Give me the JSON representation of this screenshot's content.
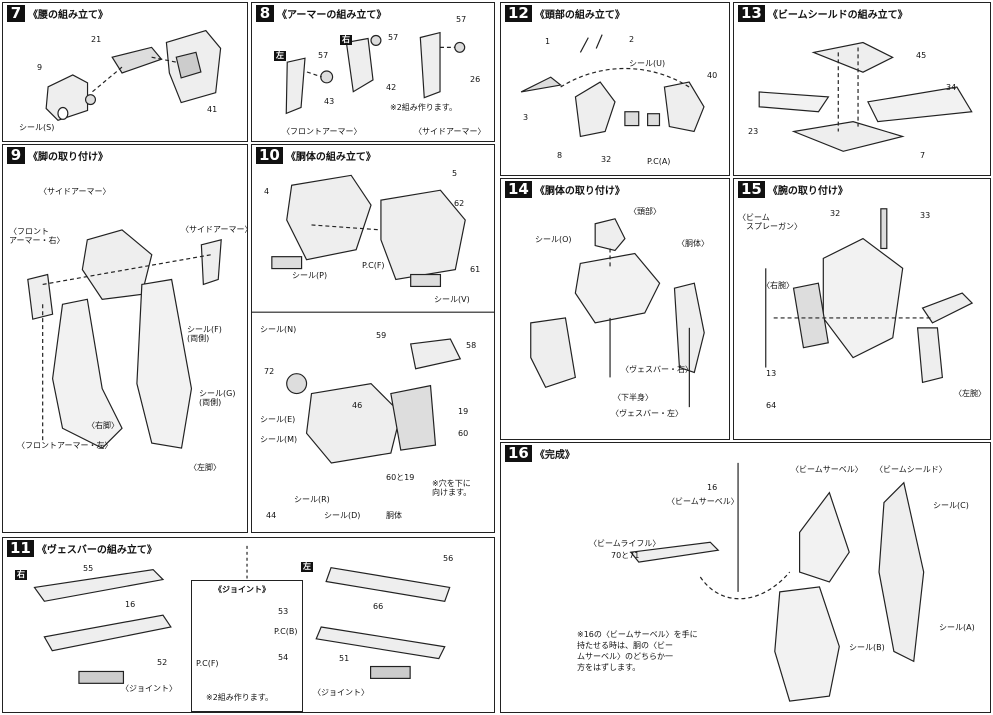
{
  "panels": {
    "p7": {
      "num": "7",
      "title": "《腰の組み立て》",
      "labels": {
        "seal": "シール(S)"
      }
    },
    "p8": {
      "num": "8",
      "title": "《アーマーの組み立て》",
      "left": "左",
      "right": "右",
      "front": "〈フロントアーマー〉",
      "side": "〈サイドアーマー〉",
      "note": "※2組み作ります。"
    },
    "p9": {
      "num": "9",
      "title": "《脚の取り付け》",
      "labels": {
        "side_armor": "〈サイドアーマー〉",
        "side_armor_r": "〈サイドアーマー〉",
        "front_armor_r": "〈フロント\nアーマー・右〉",
        "seal_f": "シール(F)\n(両側)",
        "seal_g": "シール(G)\n(両側)",
        "right_leg": "〈右脚〉",
        "left_leg": "〈左脚〉",
        "front_armor_l": "〈フロントアーマー・左〉"
      }
    },
    "p10": {
      "num": "10",
      "title": "《胴体の組み立て》",
      "labels": {
        "seal_p": "シール(P)",
        "pcf": "P.C(F)",
        "seal_v": "シール(V)",
        "seal_n": "シール(N)",
        "seal_e": "シール(E)",
        "seal_m": "シール(M)",
        "seal_r": "シール(R)",
        "seal_d": "シール(D)",
        "body": "胴体",
        "note": "※穴を下に\n向けます。",
        "n6019": "60と19"
      }
    },
    "p11": {
      "num": "11",
      "title": "《ヴェスバーの組み立て》",
      "right": "右",
      "left": "左",
      "joint_title": "《ジョイント》",
      "pcb": "P.C(B)",
      "pcf": "P.C(F)",
      "note": "※2組み作ります。",
      "joint": "〈ジョイント〉"
    },
    "p12": {
      "num": "12",
      "title": "《頭部の組み立て》",
      "labels": {
        "seal_u": "シール(U)",
        "pca": "P.C(A)"
      }
    },
    "p13": {
      "num": "13",
      "title": "《ビームシールドの組み立て》"
    },
    "p14": {
      "num": "14",
      "title": "《胴体の取り付け》",
      "labels": {
        "head": "〈頭部〉",
        "seal_o": "シール(O)",
        "body": "〈胴体〉",
        "vesbar_r": "〈ヴェスバー・右〉",
        "lower": "〈下半身〉",
        "vesbar_l": "〈ヴェスバー・左〉"
      }
    },
    "p15": {
      "num": "15",
      "title": "《腕の取り付け》",
      "labels": {
        "beam_spray": "〈ビーム\n　スプレーガン〉",
        "right_arm": "〈右腕〉",
        "left_arm": "〈左腕〉"
      }
    },
    "p16": {
      "num": "16",
      "title": "《完成》",
      "labels": {
        "beam_saber_top": "〈ビームサーベル〉",
        "beam_shield": "〈ビームシールド〉",
        "beam_saber": "〈ビームサーベル〉",
        "seal_c": "シール(C)",
        "beam_rifle": "〈ビームライフル〉",
        "n70_71": "70と71",
        "seal_a": "シール(A)",
        "seal_b": "シール(B)",
        "note": "※16の〈ビームサーベル〉を手に\n持たせる時は、胴の〈ビー\nムサーベル〉のどちらか一\n方をはずします。"
      }
    }
  },
  "part_numbers": {
    "p7": [
      "21",
      "9",
      "41"
    ],
    "p8": [
      "57",
      "57",
      "57",
      "43",
      "42",
      "26"
    ],
    "p9": [],
    "p10": [
      "4",
      "5",
      "62",
      "61",
      "59",
      "58",
      "72",
      "46",
      "19",
      "60",
      "44"
    ],
    "p11": [
      "55",
      "16",
      "52",
      "53",
      "54",
      "56",
      "66",
      "51"
    ],
    "p12": [
      "1",
      "2",
      "3",
      "8",
      "32",
      "40"
    ],
    "p13": [
      "45",
      "34",
      "23",
      "7"
    ],
    "p15": [
      "32",
      "33",
      "13",
      "64"
    ],
    "p16": [
      "16"
    ]
  }
}
